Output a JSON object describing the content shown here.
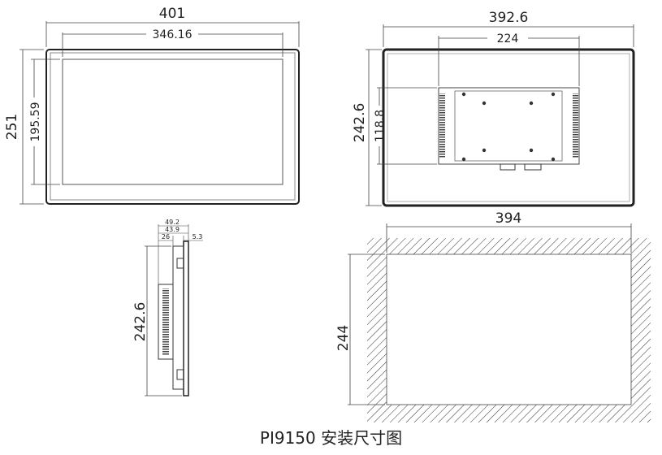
{
  "front_view": {
    "outer_width": "401",
    "inner_width": "346.16",
    "outer_height": "251",
    "inner_height": "195.59"
  },
  "rear_view": {
    "outer_width": "392.6",
    "bracket_width": "224",
    "outer_height": "242.6",
    "bracket_height": "118.8"
  },
  "side_view": {
    "depth_total": "49.2",
    "depth_body": "43.9",
    "depth_bracket": "26",
    "bezel_thickness": "5.3",
    "height": "242.6"
  },
  "cutout_view": {
    "width": "394",
    "height": "244"
  },
  "caption": "PI9150 安装尺寸图"
}
